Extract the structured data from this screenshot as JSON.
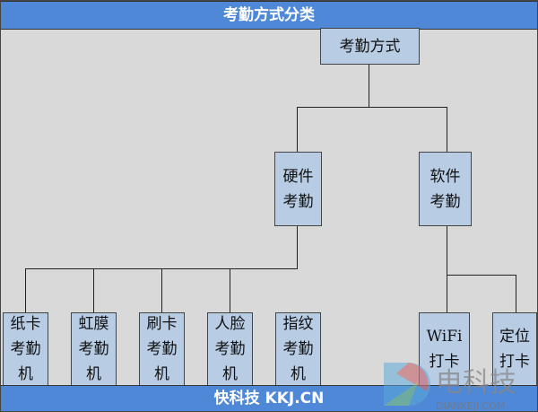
{
  "title": "考勤方式分类",
  "footer": "快科技 KKJ.CN",
  "root": "考勤方式",
  "hardware": "硬件\n考勤",
  "software": "软件\n考勤",
  "hardware_items": [
    "纸卡\n考勤\n机",
    "虹膜\n考勤\n机",
    "刷卡\n考勤\n机",
    "人脸\n考勤\n机",
    "指纹\n考勤\n机"
  ],
  "software_items": [
    "WiFi\n打卡",
    "定位\n打卡"
  ],
  "watermark": {
    "text": "电科技",
    "sub": "DIANKEJI.COM"
  },
  "colors": {
    "bar": "#4f88d6",
    "box": "#b8cce4",
    "background": "#d9d9d9"
  }
}
